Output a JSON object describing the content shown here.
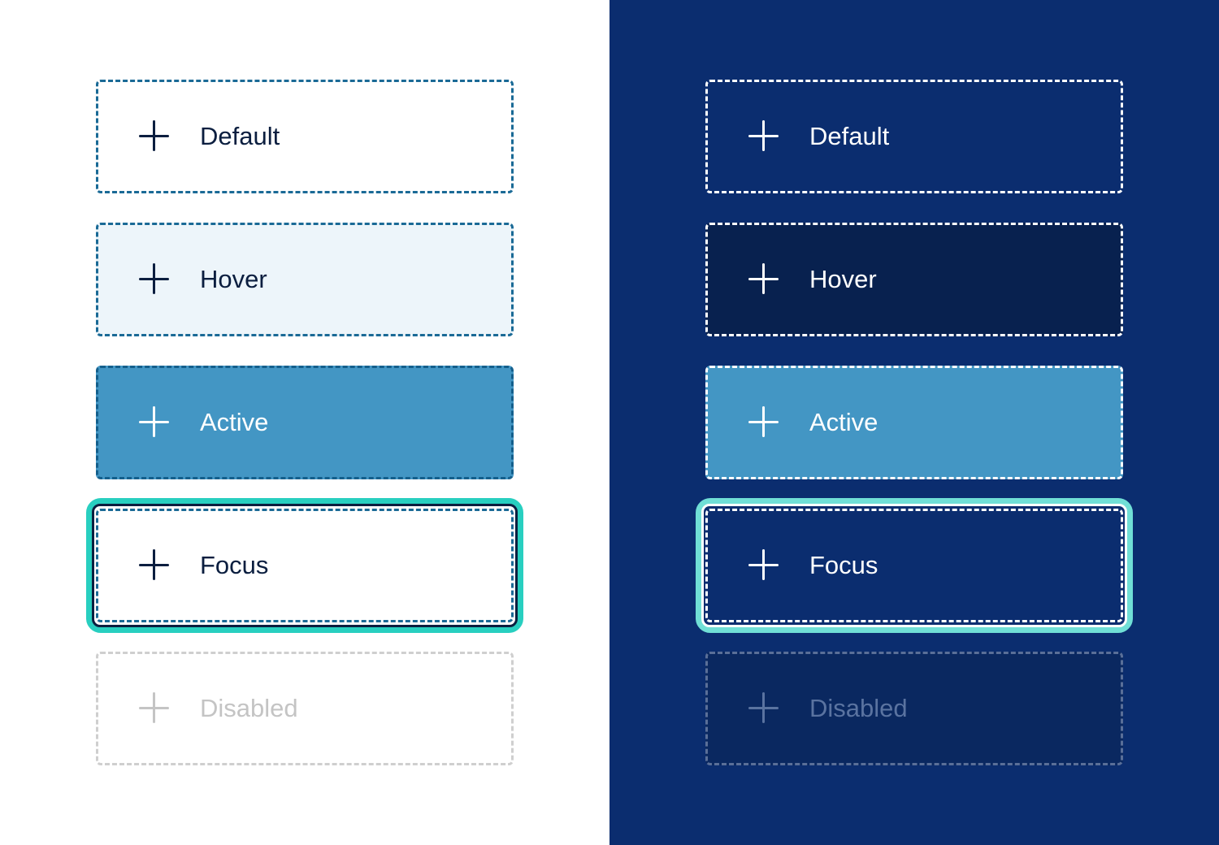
{
  "light": {
    "background": "#ffffff",
    "buttons": [
      {
        "state": "default",
        "label": "Default",
        "icon": "plus-icon"
      },
      {
        "state": "hover",
        "label": "Hover",
        "icon": "plus-icon"
      },
      {
        "state": "active",
        "label": "Active",
        "icon": "plus-icon"
      },
      {
        "state": "focus",
        "label": "Focus",
        "icon": "plus-icon"
      },
      {
        "state": "disabled",
        "label": "Disabled",
        "icon": "plus-icon"
      }
    ],
    "colors": {
      "border": "#1a6a96",
      "hover_bg": "#edf5fa",
      "active_bg": "#4396c4",
      "focus_ring": "#28cfc0",
      "text": "#0b1e3f"
    }
  },
  "dark": {
    "background": "#0b2d6f",
    "buttons": [
      {
        "state": "default",
        "label": "Default",
        "icon": "plus-icon"
      },
      {
        "state": "hover",
        "label": "Hover",
        "icon": "plus-icon"
      },
      {
        "state": "active",
        "label": "Active",
        "icon": "plus-icon"
      },
      {
        "state": "focus",
        "label": "Focus",
        "icon": "plus-icon"
      },
      {
        "state": "disabled",
        "label": "Disabled",
        "icon": "plus-icon"
      }
    ],
    "colors": {
      "border": "#ffffff",
      "hover_bg": "#08214f",
      "active_bg": "#4396c4",
      "focus_ring": "#70dfd6",
      "text": "#ffffff"
    }
  }
}
